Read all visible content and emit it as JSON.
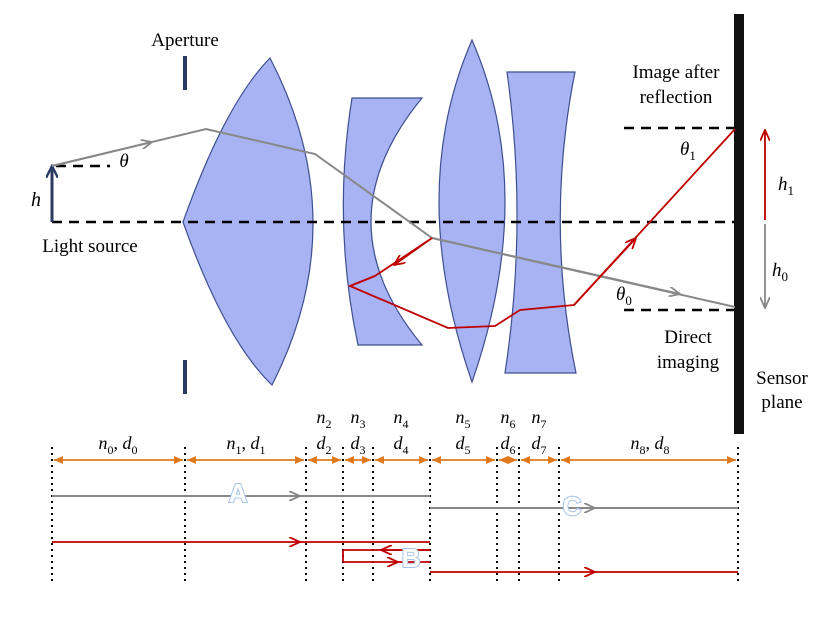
{
  "labels": {
    "aperture": "Aperture",
    "image_after_reflection_line1": "Image after",
    "image_after_reflection_line2": "reflection",
    "light_source": "Light source",
    "direct_imaging_line1": "Direct",
    "direct_imaging_line2": "imaging",
    "sensor_line1": "Sensor",
    "sensor_line2": "plane",
    "h": "h",
    "theta": "θ",
    "theta1": "θ",
    "theta1_sub": "1",
    "theta0": "θ",
    "theta0_sub": "0",
    "h1": "h",
    "h1_sub": "1",
    "h0": "h",
    "h0_sub": "0"
  },
  "segments": [
    {
      "n": "n",
      "n_sub": "0",
      "d": "d",
      "d_sub": "0"
    },
    {
      "n": "n",
      "n_sub": "1",
      "d": "d",
      "d_sub": "1"
    },
    {
      "n": "n",
      "n_sub": "2",
      "d": "d",
      "d_sub": "2"
    },
    {
      "n": "n",
      "n_sub": "3",
      "d": "d",
      "d_sub": "3"
    },
    {
      "n": "n",
      "n_sub": "4",
      "d": "d",
      "d_sub": "4"
    },
    {
      "n": "n",
      "n_sub": "5",
      "d": "d",
      "d_sub": "5"
    },
    {
      "n": "n",
      "n_sub": "6",
      "d": "d",
      "d_sub": "6"
    },
    {
      "n": "n",
      "n_sub": "7",
      "d": "d",
      "d_sub": "7"
    },
    {
      "n": "n",
      "n_sub": "8",
      "d": "d",
      "d_sub": "8"
    }
  ],
  "path_labels": {
    "a": "A",
    "b": "B",
    "c": "C"
  },
  "colors": {
    "lens_fill": "#a7b3f2",
    "direct_ray": "#888888",
    "reflected_ray": "#c00000",
    "dimension": "#e07a1f",
    "sensor": "#111111"
  }
}
